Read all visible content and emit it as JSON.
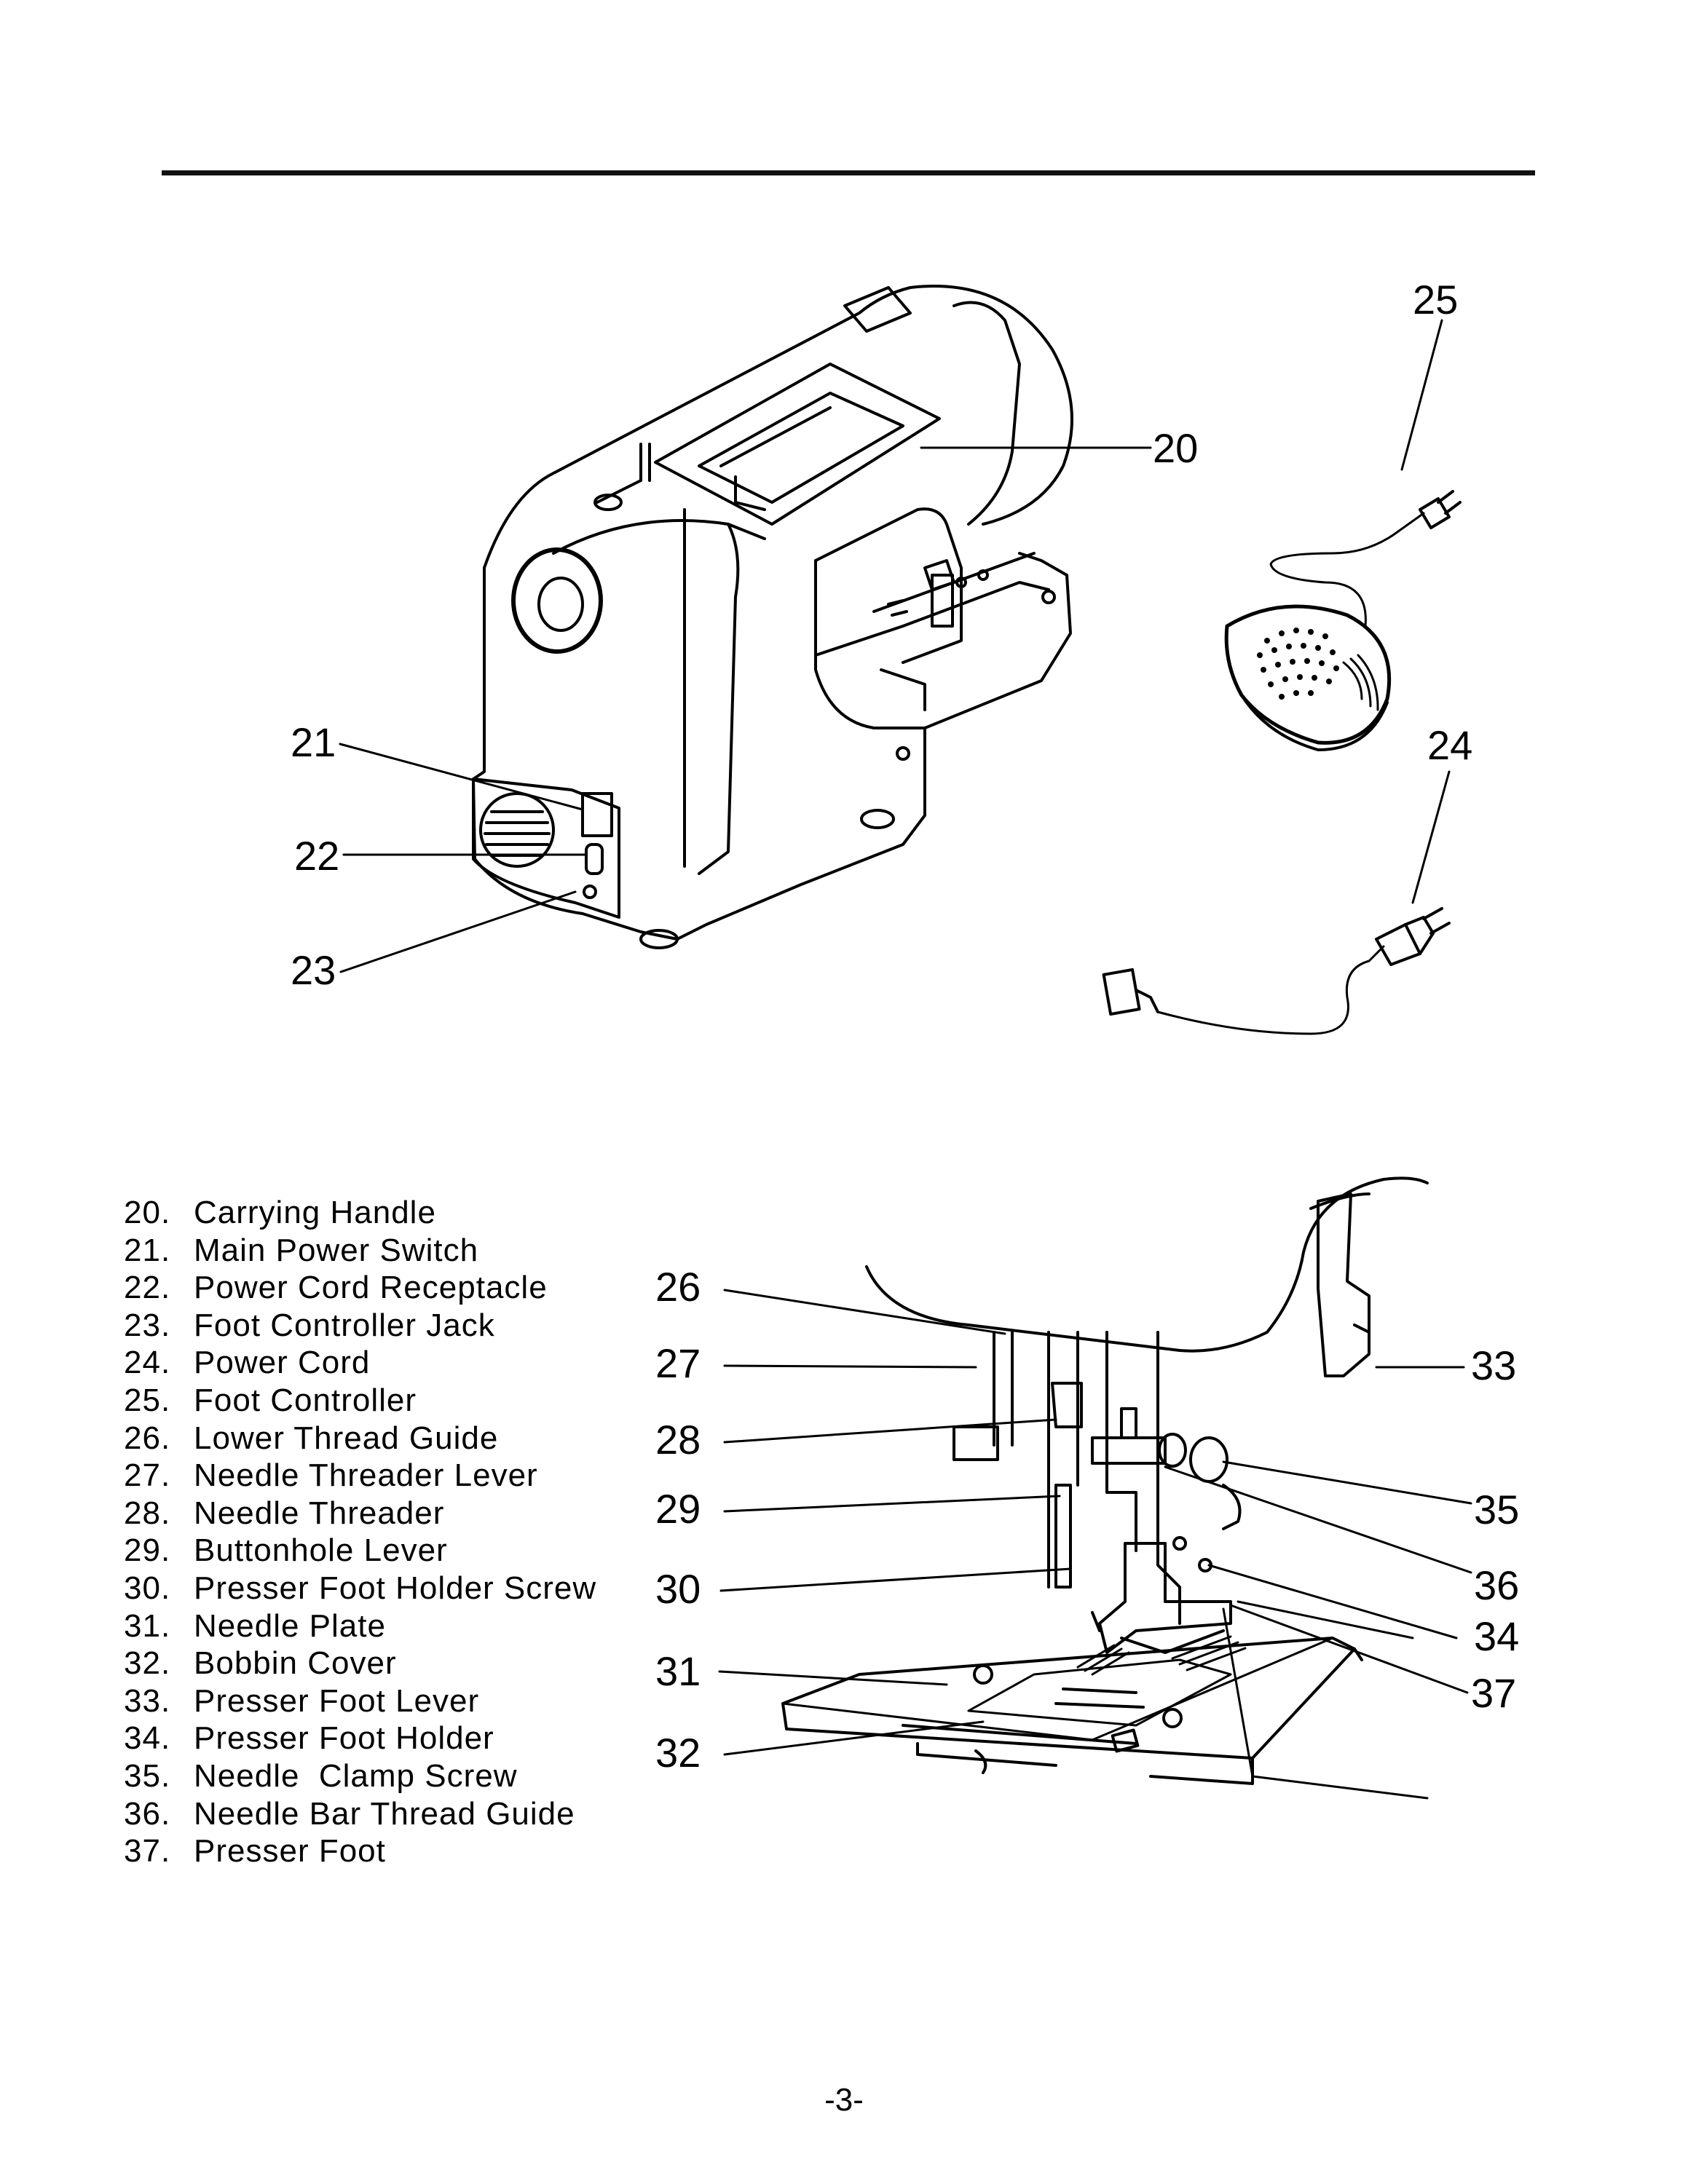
{
  "parts": [
    {
      "num": "20.",
      "name": "Carrying Handle"
    },
    {
      "num": "21.",
      "name": "Main Power Switch"
    },
    {
      "num": "22.",
      "name": "Power Cord Receptacle"
    },
    {
      "num": "23.",
      "name": "Foot Controller Jack"
    },
    {
      "num": "24.",
      "name": "Power Cord"
    },
    {
      "num": "25.",
      "name": "Foot Controller"
    },
    {
      "num": "26.",
      "name": "Lower Thread Guide"
    },
    {
      "num": "27.",
      "name": "Needle Threader Lever"
    },
    {
      "num": "28.",
      "name": "Needle Threader"
    },
    {
      "num": "29.",
      "name": "Buttonhole Lever"
    },
    {
      "num": "30.",
      "name": "Presser Foot Holder Screw"
    },
    {
      "num": "31.",
      "name": "Needle Plate"
    },
    {
      "num": "32.",
      "name": "Bobbin Cover"
    },
    {
      "num": "33.",
      "name": "Presser Foot Lever"
    },
    {
      "num": "34.",
      "name": "Presser Foot Holder"
    },
    {
      "num": "35.",
      "name": "Needle  Clamp Screw"
    },
    {
      "num": "36.",
      "name": "Needle Bar Thread Guide"
    },
    {
      "num": "37.",
      "name": "Presser Foot"
    }
  ],
  "callouts": {
    "c20": "20",
    "c21": "21",
    "c22": "22",
    "c23": "23",
    "c24": "24",
    "c25": "25",
    "c26": "26",
    "c27": "27",
    "c28": "28",
    "c29": "29",
    "c30": "30",
    "c31": "31",
    "c32": "32",
    "c33": "33",
    "c34": "34",
    "c35": "35",
    "c36": "36",
    "c37": "37"
  },
  "page_number": "-3-"
}
